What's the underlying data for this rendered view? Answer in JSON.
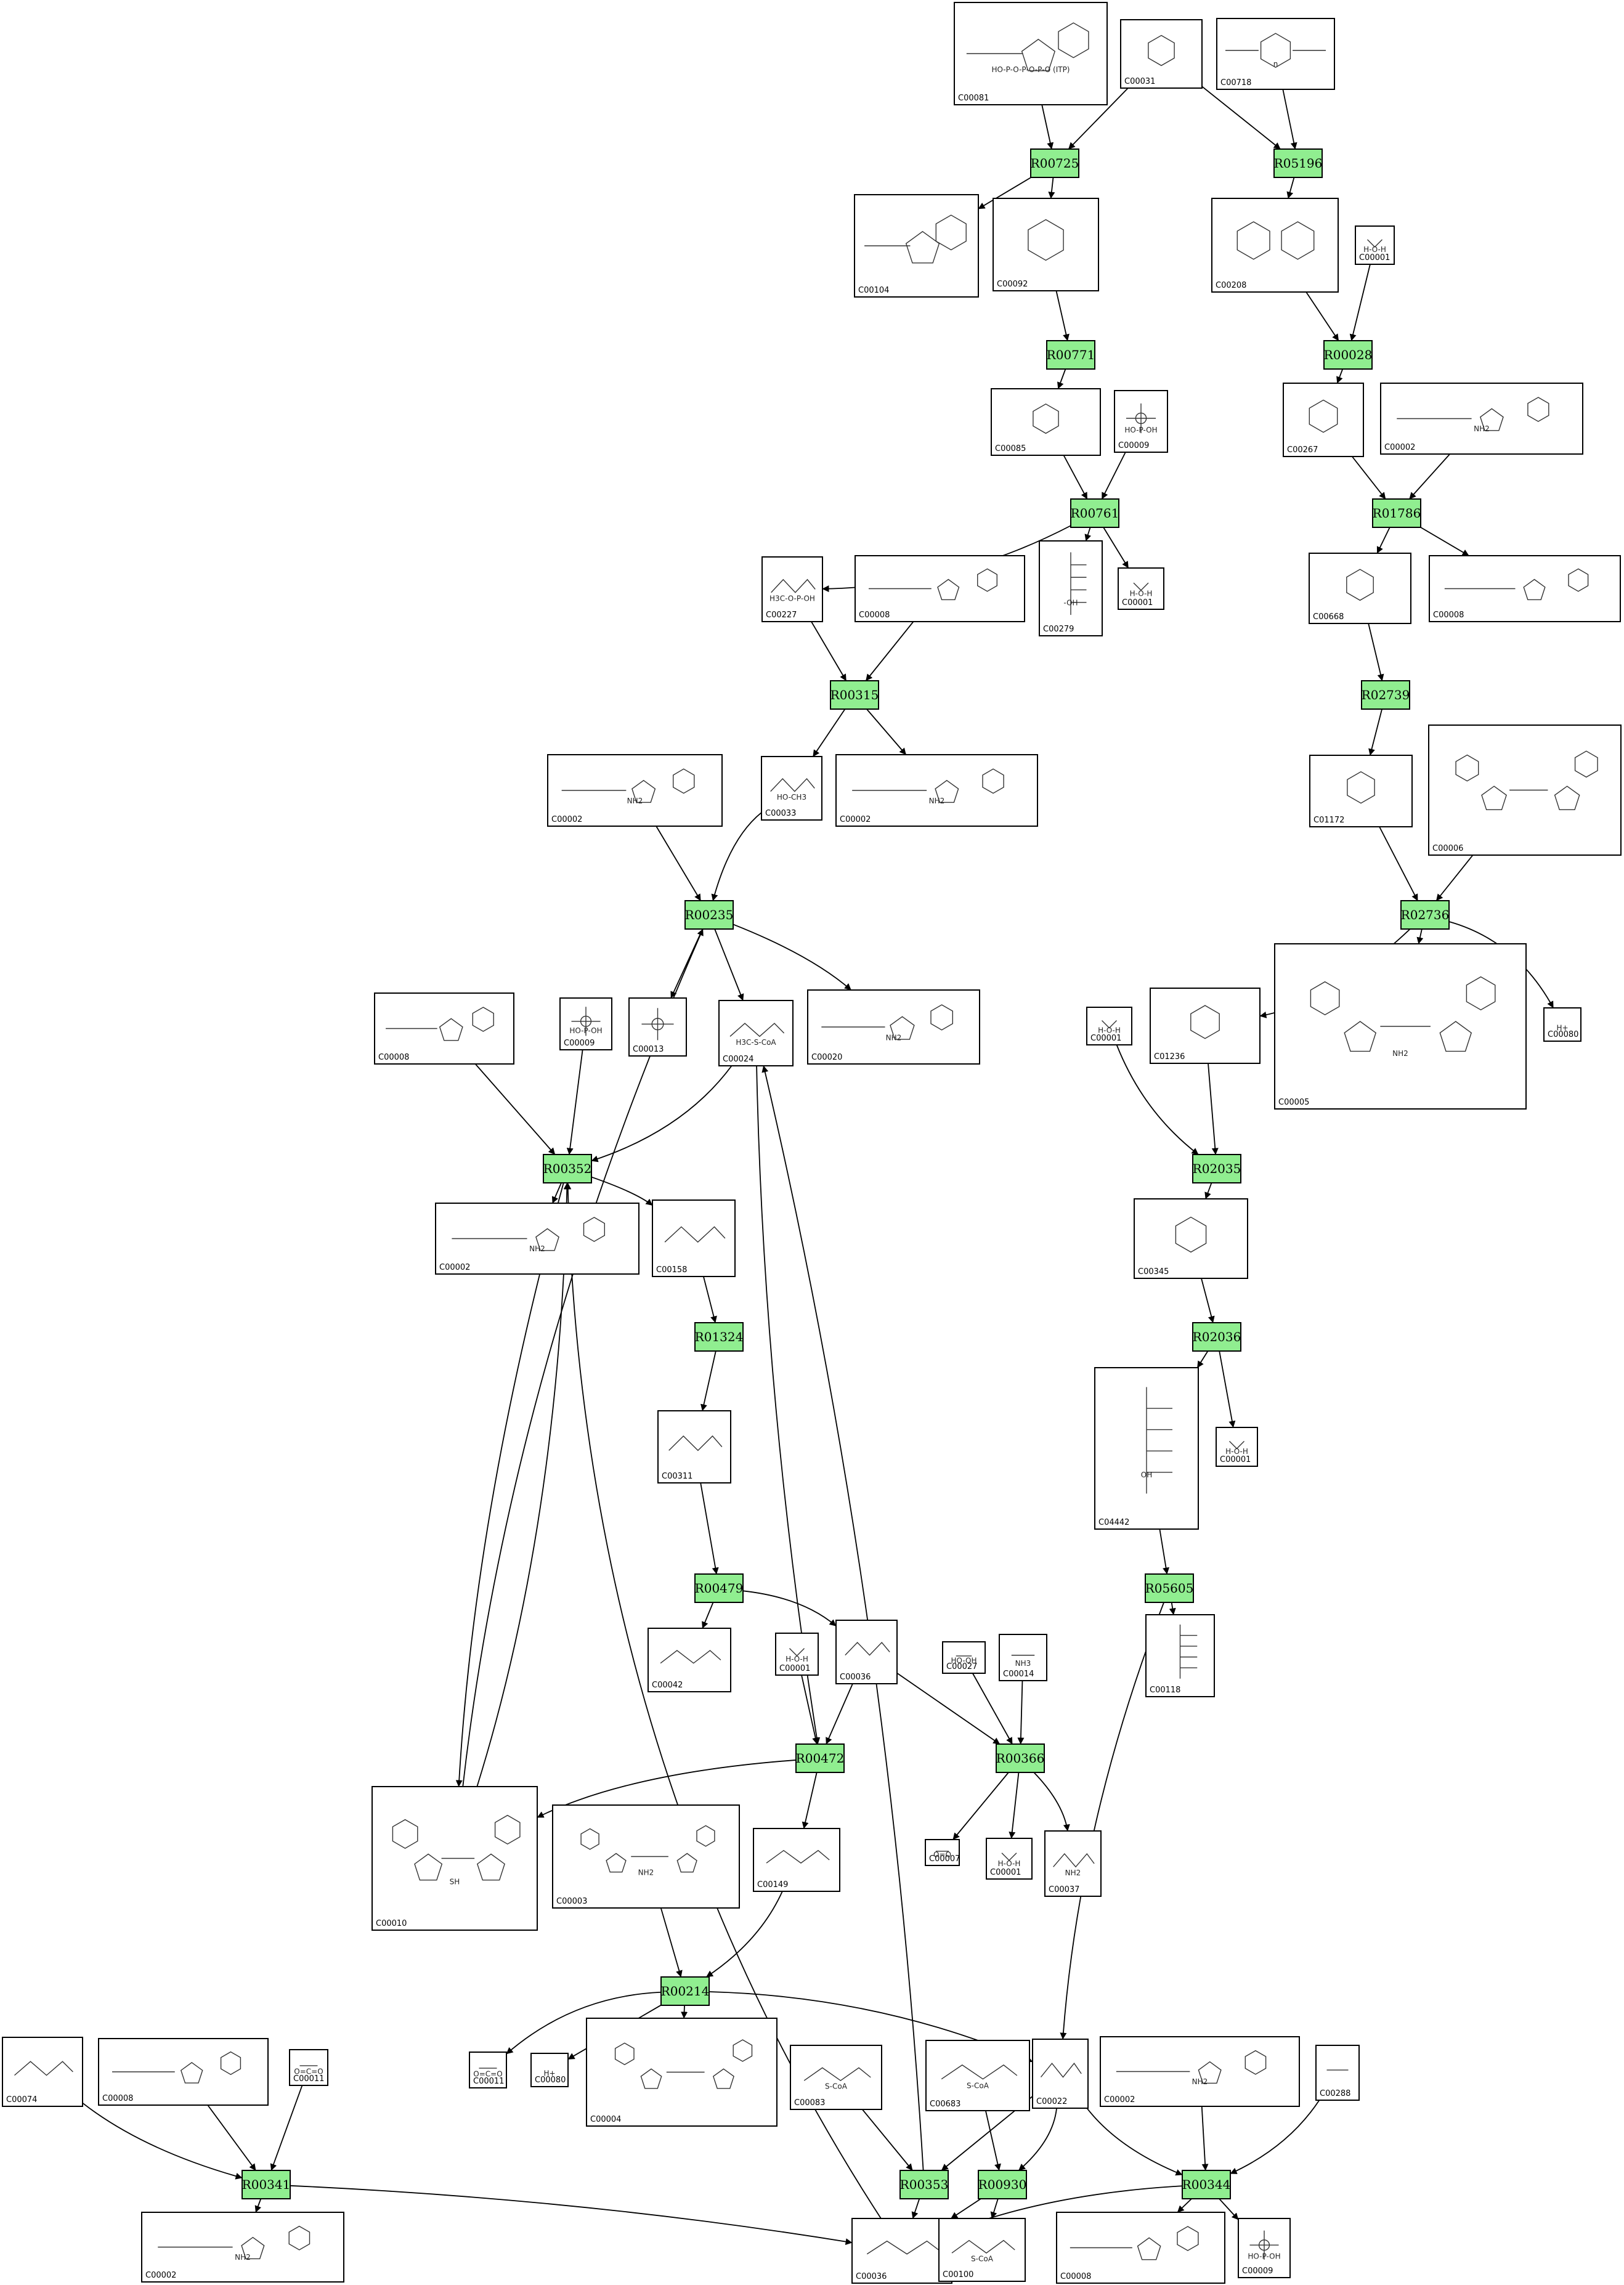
{
  "reactions": [
    "R00725",
    "R05196",
    "R00771",
    "R00028",
    "R00761",
    "R01786",
    "R00315",
    "R02739",
    "R00235",
    "R02736",
    "R00352",
    "R02035",
    "R01324",
    "R02036",
    "R00479",
    "R05605",
    "R00472",
    "R00366",
    "R00214",
    "R00341",
    "R00353",
    "R00930",
    "R00344"
  ],
  "compounds": [
    {
      "id": "C00081",
      "text": "HO-P-O-P-O-P-O (ITP)"
    },
    {
      "id": "C00031",
      "text": ""
    },
    {
      "id": "C00718",
      "text": "n"
    },
    {
      "id": "C00104",
      "text": ""
    },
    {
      "id": "C00092",
      "text": ""
    },
    {
      "id": "C00208",
      "text": ""
    },
    {
      "id": "C00001",
      "text": "H-O-H"
    },
    {
      "id": "C00085",
      "text": ""
    },
    {
      "id": "C00009",
      "text": "HO-P-OH"
    },
    {
      "id": "C00267",
      "text": ""
    },
    {
      "id": "C00002",
      "text": "NH2"
    },
    {
      "id": "C00227",
      "text": "H3C-O-P-OH"
    },
    {
      "id": "C00008",
      "text": ""
    },
    {
      "id": "C00279",
      "text": "-OH"
    },
    {
      "id": "C00668",
      "text": ""
    },
    {
      "id": "C00033",
      "text": "HO-CH3"
    },
    {
      "id": "C01172",
      "text": ""
    },
    {
      "id": "C00006",
      "text": ""
    },
    {
      "id": "C00013",
      "text": ""
    },
    {
      "id": "C00024",
      "text": "H3C-S-CoA"
    },
    {
      "id": "C00020",
      "text": "NH2"
    },
    {
      "id": "C01236",
      "text": ""
    },
    {
      "id": "C00005",
      "text": "NH2"
    },
    {
      "id": "C00080",
      "text": "H+"
    },
    {
      "id": "C00158",
      "text": ""
    },
    {
      "id": "C00345",
      "text": ""
    },
    {
      "id": "C00311",
      "text": ""
    },
    {
      "id": "C04442",
      "text": "OH"
    },
    {
      "id": "C00042",
      "text": ""
    },
    {
      "id": "C00036",
      "text": ""
    },
    {
      "id": "C00027",
      "text": "HO-OH"
    },
    {
      "id": "C00014",
      "text": "NH3"
    },
    {
      "id": "C00118",
      "text": ""
    },
    {
      "id": "C00010",
      "text": "SH"
    },
    {
      "id": "C00003",
      "text": "NH2"
    },
    {
      "id": "C00149",
      "text": ""
    },
    {
      "id": "C00007",
      "text": "O=O"
    },
    {
      "id": "C00037",
      "text": "NH2"
    },
    {
      "id": "C00011",
      "text": "O=C=O"
    },
    {
      "id": "C00004",
      "text": ""
    },
    {
      "id": "C00083",
      "text": "S-CoA"
    },
    {
      "id": "C00683",
      "text": "S-CoA"
    },
    {
      "id": "C00022",
      "text": ""
    },
    {
      "id": "C00288",
      "text": ""
    },
    {
      "id": "C00074",
      "text": ""
    },
    {
      "id": "C00100",
      "text": "S-CoA"
    }
  ]
}
